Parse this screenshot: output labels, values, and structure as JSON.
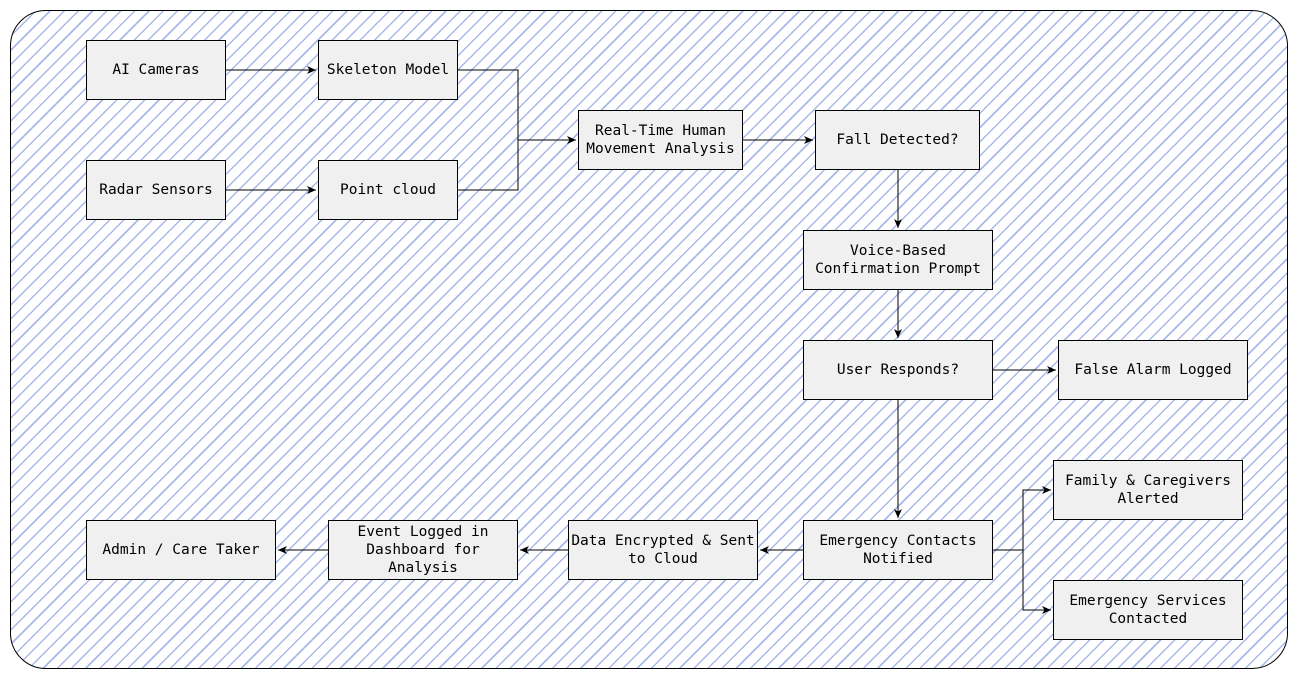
{
  "diagram": {
    "nodes": {
      "ai_cameras": "AI Cameras",
      "skeleton_model": "Skeleton Model",
      "radar_sensors": "Radar Sensors",
      "point_cloud": "Point cloud",
      "movement_analysis": "Real-Time Human\nMovement Analysis",
      "fall_detected": "Fall Detected?",
      "voice_prompt": "Voice-Based\nConfirmation Prompt",
      "user_responds": "User Responds?",
      "false_alarm": "False Alarm Logged",
      "family_alerted": "Family & Caregivers\nAlerted",
      "emergency_contacts": "Emergency Contacts\nNotified",
      "emergency_services": "Emergency Services\nContacted",
      "data_encrypted": "Data Encrypted & Sent\nto Cloud",
      "event_logged": "Event Logged in\nDashboard for\nAnalysis",
      "admin": "Admin / Care Taker"
    },
    "colors": {
      "node_fill": "#f0f0f0",
      "stroke": "#000000",
      "hatch": "#a9b8ea"
    }
  }
}
